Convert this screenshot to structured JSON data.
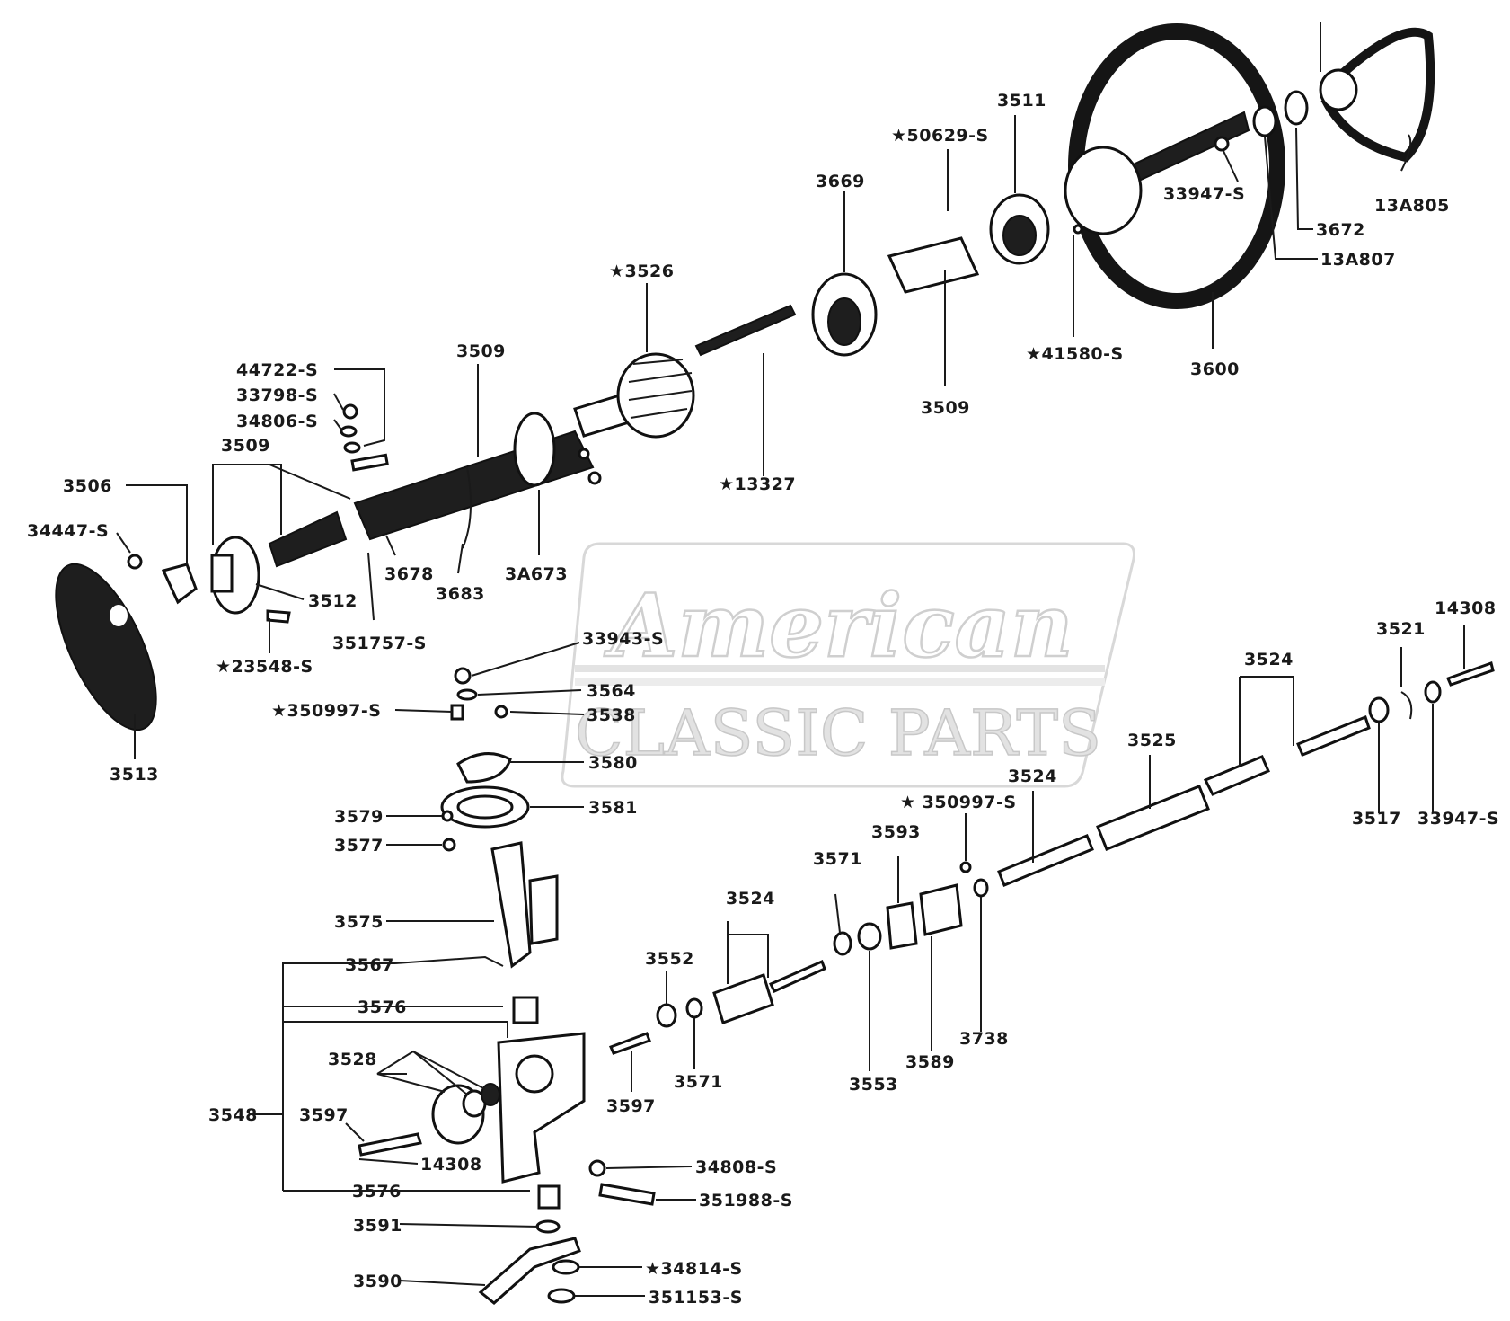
{
  "watermark": {
    "title": "American",
    "subtitle": "CLASSIC PARTS"
  },
  "labels": [
    {
      "id": "13A805",
      "text": "13A805"
    },
    {
      "id": "3672",
      "text": "3672"
    },
    {
      "id": "13A807",
      "text": "13A807"
    },
    {
      "id": "33947-S-a",
      "text": "33947-S"
    },
    {
      "id": "3511",
      "text": "3511"
    },
    {
      "id": "50629-S",
      "text": "★50629-S"
    },
    {
      "id": "3669",
      "text": "3669"
    },
    {
      "id": "3526",
      "text": "★3526"
    },
    {
      "id": "41580-S",
      "text": "★41580-S"
    },
    {
      "id": "3600",
      "text": "3600"
    },
    {
      "id": "3509-a",
      "text": "3509"
    },
    {
      "id": "3509-b",
      "text": "3509"
    },
    {
      "id": "3509-c",
      "text": "3509"
    },
    {
      "id": "13327",
      "text": "★13327"
    },
    {
      "id": "44722-S",
      "text": "44722-S"
    },
    {
      "id": "33798-S",
      "text": "33798-S"
    },
    {
      "id": "34806-S",
      "text": "34806-S"
    },
    {
      "id": "3506",
      "text": "3506"
    },
    {
      "id": "34447-S",
      "text": "34447-S"
    },
    {
      "id": "3678",
      "text": "3678"
    },
    {
      "id": "3683",
      "text": "3683"
    },
    {
      "id": "3A673",
      "text": "3A673"
    },
    {
      "id": "3512",
      "text": "3512"
    },
    {
      "id": "351757-S",
      "text": "351757-S"
    },
    {
      "id": "23548-S",
      "text": "★23548-S"
    },
    {
      "id": "3513",
      "text": "3513"
    },
    {
      "id": "33943-S",
      "text": "33943-S"
    },
    {
      "id": "3564",
      "text": "3564"
    },
    {
      "id": "350997-S-a",
      "text": "★350997-S"
    },
    {
      "id": "3538",
      "text": "3538"
    },
    {
      "id": "3580",
      "text": "3580"
    },
    {
      "id": "3581",
      "text": "3581"
    },
    {
      "id": "3579",
      "text": "3579"
    },
    {
      "id": "3577",
      "text": "3577"
    },
    {
      "id": "3575",
      "text": "3575"
    },
    {
      "id": "3567",
      "text": "3567"
    },
    {
      "id": "3576-a",
      "text": "3576"
    },
    {
      "id": "3528",
      "text": "3528"
    },
    {
      "id": "3548",
      "text": "3548"
    },
    {
      "id": "3597-a",
      "text": "3597"
    },
    {
      "id": "14308-a",
      "text": "14308"
    },
    {
      "id": "3576-b",
      "text": "3576"
    },
    {
      "id": "3591",
      "text": "3591"
    },
    {
      "id": "3590",
      "text": "3590"
    },
    {
      "id": "34814-S",
      "text": "★34814-S"
    },
    {
      "id": "351153-S",
      "text": "351153-S"
    },
    {
      "id": "34808-S",
      "text": "34808-S"
    },
    {
      "id": "351988-S",
      "text": "351988-S"
    },
    {
      "id": "3597-b",
      "text": "3597"
    },
    {
      "id": "3552",
      "text": "3552"
    },
    {
      "id": "3571-a",
      "text": "3571"
    },
    {
      "id": "3524-a",
      "text": "3524"
    },
    {
      "id": "3571-b",
      "text": "3571"
    },
    {
      "id": "3553",
      "text": "3553"
    },
    {
      "id": "3593",
      "text": "3593"
    },
    {
      "id": "3589",
      "text": "3589"
    },
    {
      "id": "350997-S-b",
      "text": "★ 350997-S"
    },
    {
      "id": "3738",
      "text": "3738"
    },
    {
      "id": "3524-b",
      "text": "3524"
    },
    {
      "id": "3525",
      "text": "3525"
    },
    {
      "id": "3524-c",
      "text": "3524"
    },
    {
      "id": "3521",
      "text": "3521"
    },
    {
      "id": "14308-b",
      "text": "14308"
    },
    {
      "id": "3517",
      "text": "3517"
    },
    {
      "id": "33947-S-b",
      "text": "33947-S"
    }
  ]
}
